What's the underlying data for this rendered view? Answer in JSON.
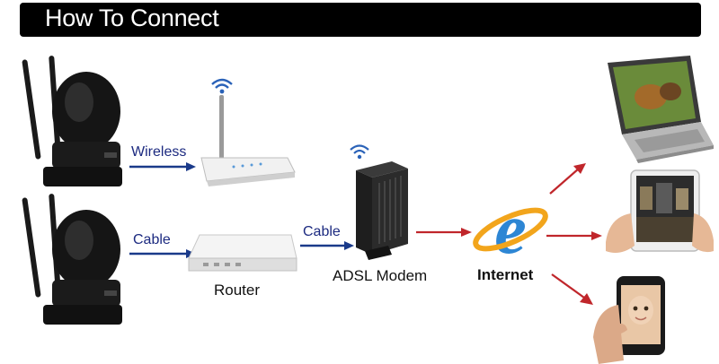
{
  "header": {
    "title": "How To Connect"
  },
  "links": {
    "wireless_label": "Wireless",
    "cable_label_1": "Cable",
    "cable_label_2": "Cable"
  },
  "devices": {
    "router_label": "Router",
    "modem_label": "ADSL Modem",
    "internet_label": "Internet"
  },
  "colors": {
    "header_bg": "#000000",
    "blue_arrow": "#1a3a8a",
    "red_arrow": "#c0262b",
    "link_text": "#1c2a80"
  },
  "icons": [
    "ip-camera-icon",
    "wifi-signal-icon",
    "wireless-router-icon",
    "network-switch-icon",
    "adsl-modem-icon",
    "internet-explorer-icon",
    "laptop-icon",
    "tablet-icon",
    "smartphone-icon"
  ]
}
